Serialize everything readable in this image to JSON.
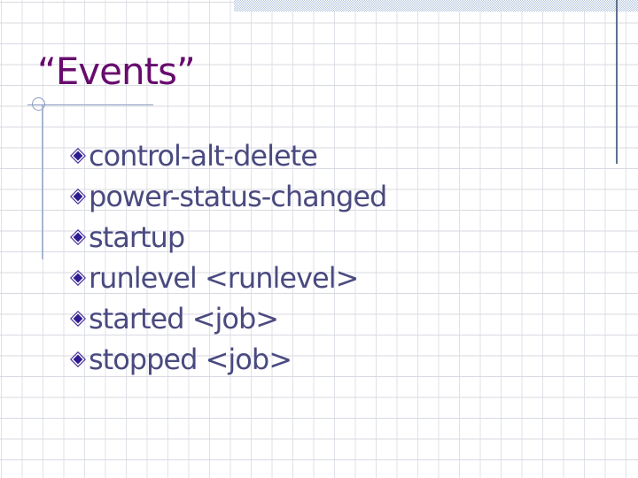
{
  "slide": {
    "title": "“Events”",
    "bullets": [
      "control-alt-delete",
      "power-status-changed",
      "startup",
      "runlevel <runlevel>",
      "started <job>",
      "stopped <job>"
    ],
    "colors": {
      "title_text": "#670b6d",
      "body_text": "#4a4a80",
      "bullet_fill": "#2d1b91",
      "bullet_outline": "#4d2f9e",
      "top_bar": "#b7c9e0",
      "right_line": "#5c7191",
      "ornament_line": "#8b9cc0"
    }
  }
}
